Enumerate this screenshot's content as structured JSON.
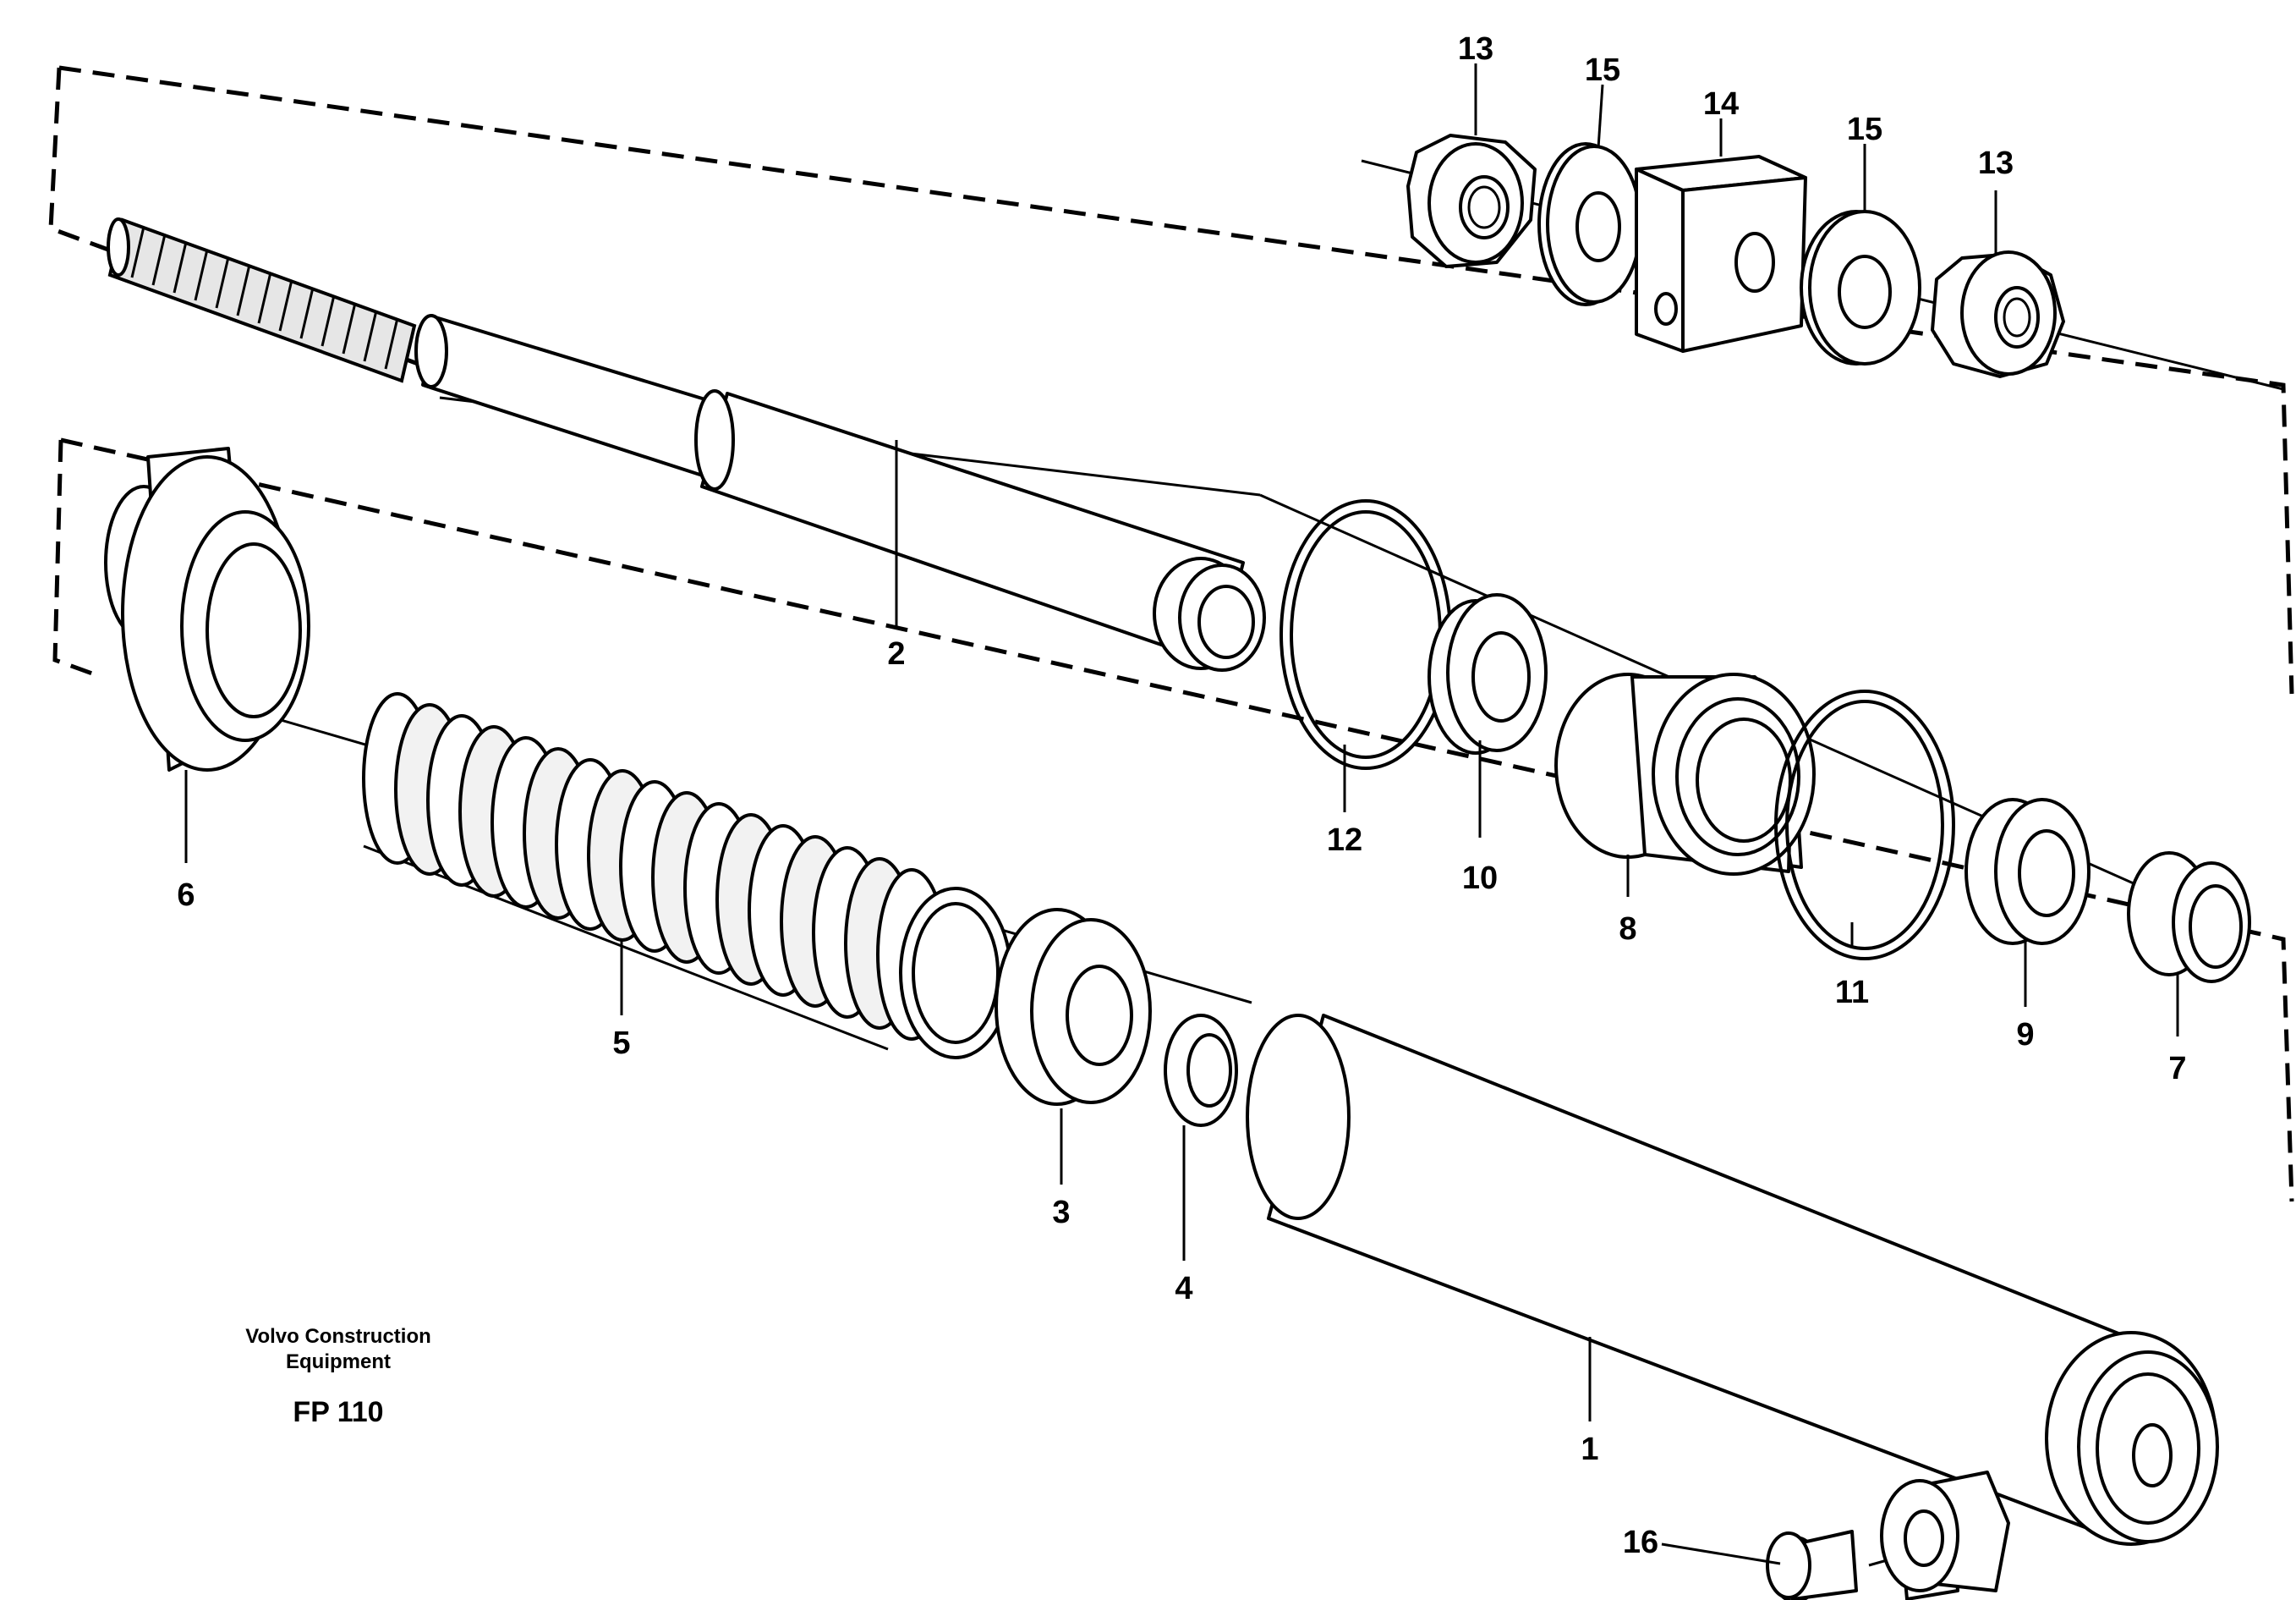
{
  "callouts": {
    "c1": "1",
    "c2": "2",
    "c3": "3",
    "c4": "4",
    "c5": "5",
    "c6": "6",
    "c7": "7",
    "c8": "8",
    "c9": "9",
    "c10": "10",
    "c11": "11",
    "c12": "12",
    "c13a": "13",
    "c13b": "13",
    "c14": "14",
    "c15a": "15",
    "c15b": "15",
    "c16": "16"
  },
  "caption": {
    "line1": "Volvo Construction",
    "line2": "Equipment",
    "code": "FP 110"
  }
}
